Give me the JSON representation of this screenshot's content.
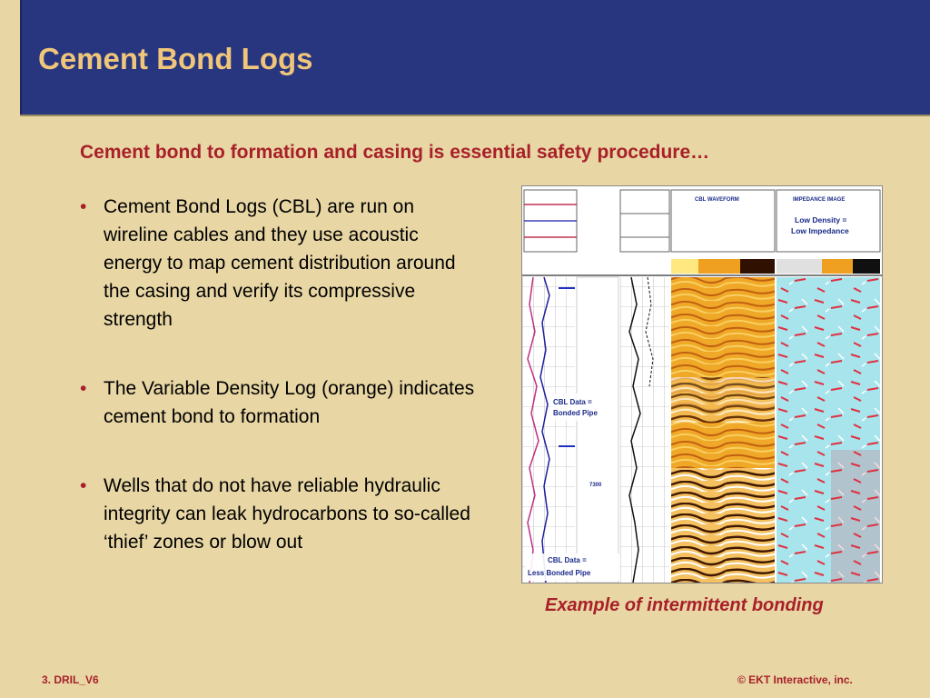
{
  "slide": {
    "title": "Cement Bond Logs",
    "subtitle": "Cement bond to formation and casing is essential safety procedure…",
    "bullets": [
      "Cement Bond Logs (CBL) are run on wireline cables and they use acoustic energy to map cement distribution around the casing and verify its compressive strength",
      "The Variable Density Log (orange) indicates cement bond to formation",
      "Wells that do not have reliable hydraulic integrity can leak hydrocarbons to so-called ‘thief’ zones or blow out"
    ],
    "caption": "Example of intermittent bonding",
    "footer": {
      "left": "3. DRIL_V6",
      "right": "© EKT Interactive, inc."
    }
  },
  "figure": {
    "track_headers": [
      "CBL WAVEFORM",
      "IMPEDANCE IMAGE"
    ],
    "impedance_note_1": "Low Density =",
    "impedance_note_2": "Low Impedance",
    "label_bonded_1": "CBL Data =",
    "label_bonded_2": "Bonded Pipe",
    "label_less_1": "CBL Data =",
    "label_less_2": "Less Bonded Pipe",
    "depth_mark": "7300",
    "colors": {
      "header": "#283680",
      "title": "#f0c67a",
      "accent": "#a8202a",
      "background": "#e8d6a4",
      "vdl_orange": "#f0a020",
      "impedance_cyan": "#a8e4ec",
      "impedance_red": "#e03040"
    }
  }
}
